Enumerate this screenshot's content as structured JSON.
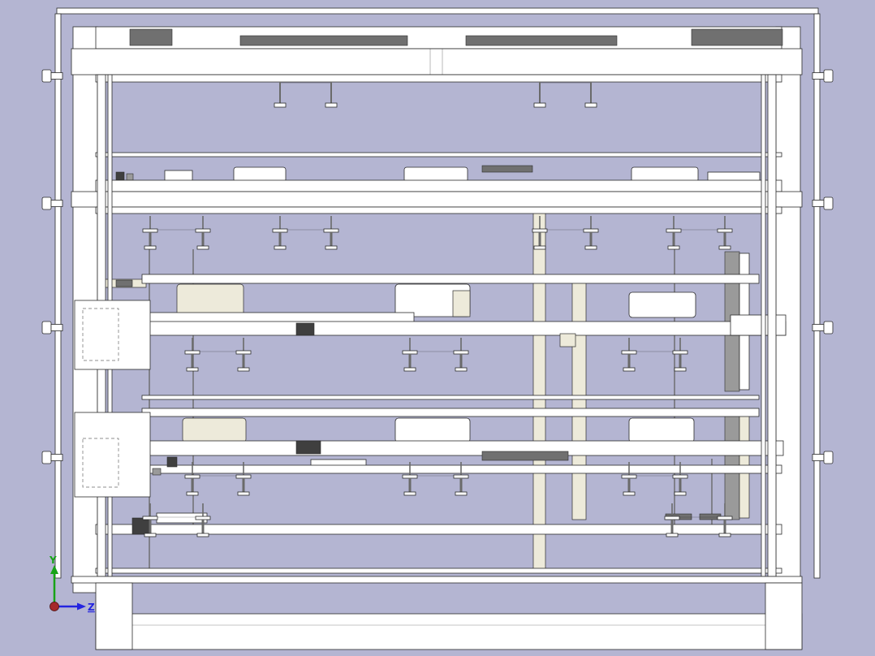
{
  "scene": {
    "application": "CAD viewport",
    "view": "Front orthographic view of a white machine frame assembly",
    "visible_text": [
      "Y",
      "Z"
    ]
  },
  "triad": {
    "labels": {
      "y": "Y",
      "z": "Z"
    }
  },
  "colors": {
    "background": "#b4b5d2",
    "part_fill": "#ffffff",
    "outline": "#2b2b2b",
    "accent_beige": "#edeada",
    "part_gray": "#9a9a9a",
    "part_dark": "#707070",
    "part_darker": "#3f3f3f",
    "rod_color": "#6a6a6a",
    "axis_y": "#17a317",
    "axis_z": "#2424e0",
    "axis_x": "#a52a2a"
  }
}
